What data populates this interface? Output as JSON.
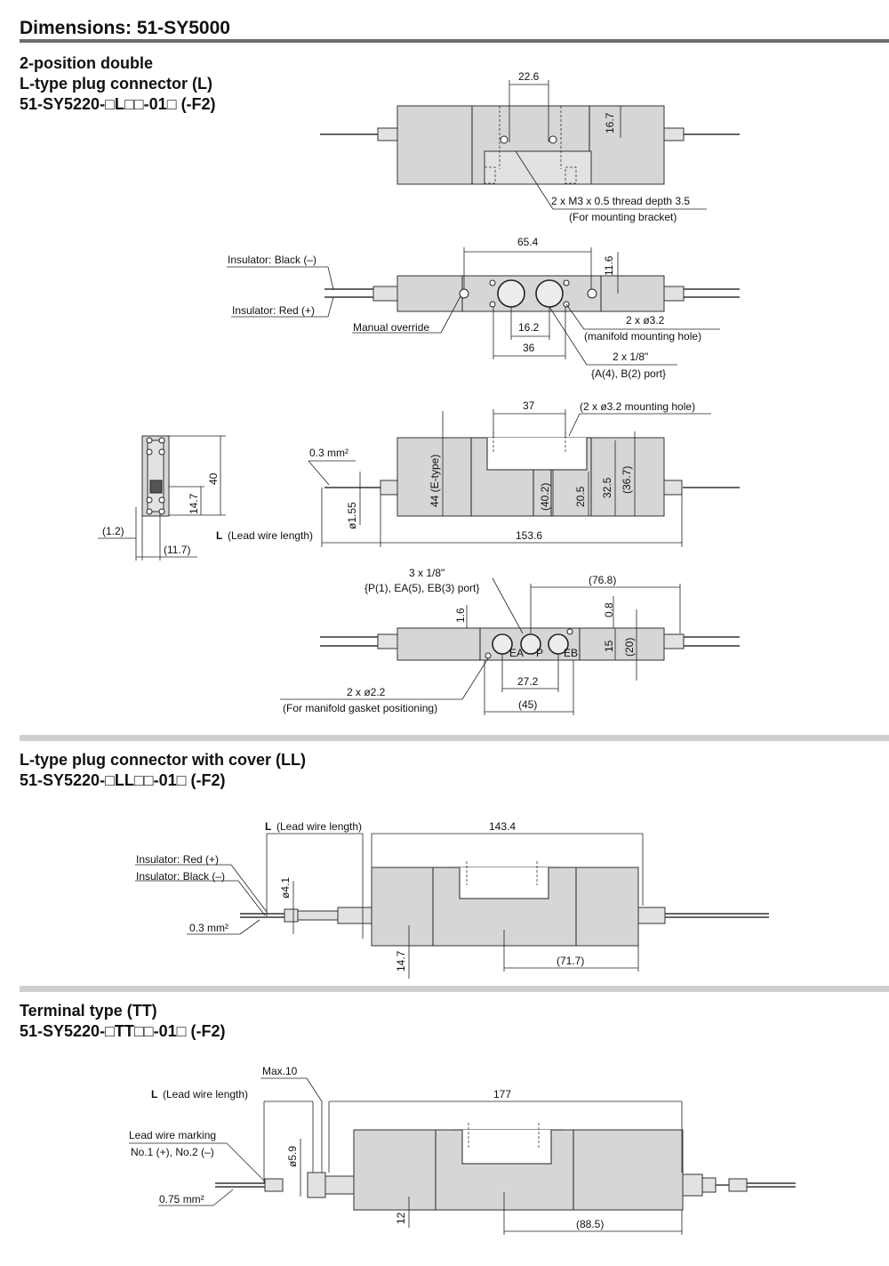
{
  "title": "Dimensions: 51-SY5000",
  "sections": [
    {
      "heading_lines": [
        "2-position double",
        "L-type plug connector (L)",
        "51-SY5220-□L□□-01□ (-F2)"
      ],
      "top_view": {
        "dim_width": "22.6",
        "dim_height": "16.7",
        "thread_note": "2 x M3 x 0.5 thread depth 3.5",
        "thread_note2": "(For mounting bracket)"
      },
      "front_view": {
        "dim_top": "65.4",
        "dim_right": "11.6",
        "insulator_black": "Insulator: Black (–)",
        "insulator_red": "Insulator: Red (+)",
        "manual_override": "Manual override",
        "dim_ports": "16.2",
        "dim_ports_outer": "36",
        "hole_note": "2 x ø3.2",
        "hole_note2": "(manifold mounting hole)",
        "port_note": "2 x 1/8\"",
        "port_note2": "{A(4), B(2) port}"
      },
      "side_view": {
        "dim_37": "37",
        "mount_note": "(2 x ø3.2 mounting hole)",
        "wire_area": "0.3 mm²",
        "dim_d155": "ø1.55",
        "dim_44": "44 (E-type)",
        "dim_402": "(40.2)",
        "dim_205": "20.5",
        "dim_325": "32.5",
        "dim_367": "(36.7)",
        "lead_L": "L",
        "lead_label": "(Lead wire length)",
        "dim_1536": "153.6"
      },
      "end_view": {
        "dim_40": "40",
        "dim_147": "14.7",
        "dim_12": "(1.2)",
        "dim_117": "(11.7)"
      },
      "bottom_view": {
        "port_note": "3 x 1/8\"",
        "port_note2": "{P(1), EA(5), EB(3) port}",
        "dim_768": "(76.8)",
        "dim_16": "1.6",
        "dim_08": "0.8",
        "dim_15": "15",
        "dim_20": "(20)",
        "gasket_note": "2 x ø2.2",
        "gasket_note2": "(For manifold gasket positioning)",
        "dim_272": "27.2",
        "dim_45": "(45)",
        "port_ea": "EA",
        "port_p": "P",
        "port_eb": "EB"
      }
    },
    {
      "heading_lines": [
        "L-type plug connector with cover (LL)",
        "51-SY5220-□LL□□-01□ (-F2)"
      ],
      "lead_L": "L",
      "lead_label": "(Lead wire length)",
      "dim_1434": "143.4",
      "insulator_red": "Insulator: Red (+)",
      "insulator_black": "Insulator: Black (–)",
      "dim_d41": "ø4.1",
      "wire_area": "0.3 mm²",
      "dim_147": "14.7",
      "dim_717": "(71.7)"
    },
    {
      "heading_lines": [
        "Terminal type (TT)",
        "51-SY5220-□TT□□-01□ (-F2)"
      ],
      "max": "Max.10",
      "lead_L": "L",
      "lead_label": "(Lead wire length)",
      "dim_177": "177",
      "marking": "Lead wire marking",
      "marking2": "No.1 (+), No.2 (–)",
      "dim_d59": "ø5.9",
      "wire_area": "0.75 mm²",
      "dim_12": "12",
      "dim_885": "(88.5)"
    }
  ],
  "colors": {
    "body": "#d6d6d6",
    "rule": "#6d6d6d",
    "section_rule": "#cfcfcf"
  }
}
